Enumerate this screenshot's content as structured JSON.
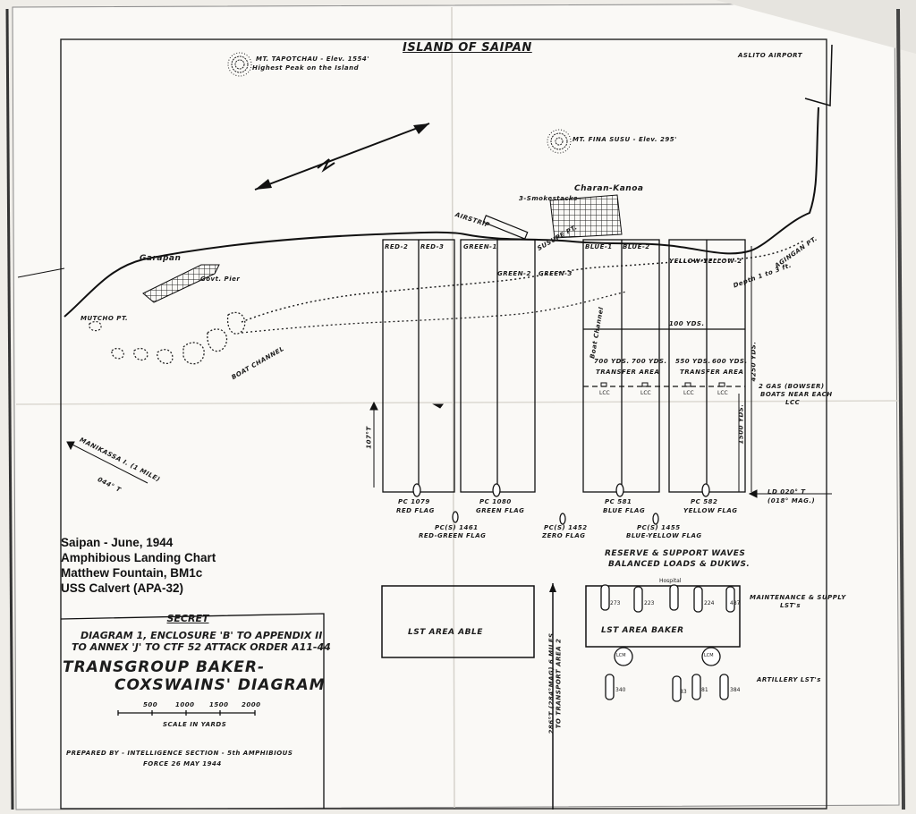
{
  "map_title": "ISLAND OF SAIPAN",
  "places": {
    "tapotchau_1": "MT. TAPOTCHAU - Elev. 1554'",
    "tapotchau_2": "Highest Peak on the Island",
    "aslito": "ASLITO AIRPORT",
    "fina_susu": "MT. FINA SUSU - Elev. 295'",
    "charan_kanoa": "Charan-Kanoa",
    "smokestacks": "3-Smokestacks",
    "airstrip": "AIRSTRIP",
    "susupe": "SUSUPE PT.",
    "garapan": "Garapan",
    "govt_pier": "Govt. Pier",
    "mutcho": "MUTCHO PT.",
    "boat_channel": "BOAT CHANNEL",
    "boat_channel_2": "Boat Channel",
    "agingan": "AGINGAN PT.",
    "depth": "Depth 1 to 3 ft.",
    "manikassa_1": "MANIKASSA I. (1 MILE)",
    "manikassa_2": "044° T"
  },
  "beaches": [
    "RED-2",
    "RED-3",
    "GREEN-1",
    "GREEN-2",
    "GREEN-3",
    "BLUE-1",
    "BLUE-2",
    "YELLOW-1",
    "YELLOW-2"
  ],
  "distances": [
    "700 YDS.",
    "700 YDS.",
    "550 YDS.",
    "600 YDS."
  ],
  "dist_100": "100 YDS.",
  "transfer_area": "TRANSFER AREA",
  "lcc": "LCC",
  "gas_note": [
    "2 GAS (BOWSER)",
    "BOATS NEAR EACH",
    "LCC"
  ],
  "yds_4250": "4250 YDS.",
  "yds_1500": "1500 YDS.",
  "bearing_107": "107°T",
  "ld_1": "LD 020° T",
  "ld_2": "(018° MAG.)",
  "control_vessels": [
    {
      "name": "PC 1079",
      "flag": "RED FLAG"
    },
    {
      "name": "PC 1080",
      "flag": "GREEN FLAG"
    },
    {
      "name": "PC 581",
      "flag": "BLUE FLAG"
    },
    {
      "name": "PC 582",
      "flag": "YELLOW FLAG"
    }
  ],
  "aux_vessels": [
    {
      "name": "PC(S) 1461",
      "flag": "RED-GREEN FLAG"
    },
    {
      "name": "PC(S) 1452",
      "flag": "ZERO FLAG"
    },
    {
      "name": "PC(S) 1455",
      "flag": "BLUE-YELLOW FLAG"
    }
  ],
  "reserve_1": "RESERVE & SUPPORT WAVES",
  "reserve_2": "BALANCED LOADS & DUKWS.",
  "lst_able": "LST AREA ABLE",
  "lst_baker": "LST AREA BAKER",
  "hospital": "Hospital",
  "maint_1": "MAINTENANCE & SUPPLY",
  "maint_2": "LST's",
  "artillery": "ARTILLERY LST's",
  "lcm": "LCM",
  "lst_numbers": [
    "273",
    "223",
    "224",
    "487",
    "340",
    "83",
    "81",
    "384"
  ],
  "transport_1": "286°T (284°MAG) 6 MILES",
  "transport_2": "TO TRANSPORT AREA 2",
  "caption": [
    "Saipan - June, 1944",
    "Amphibious Landing Chart",
    "Matthew Fountain, BM1c",
    "USS Calvert (APA-32)"
  ],
  "title_block": {
    "secret": "SECRET",
    "line1": "DIAGRAM 1, ENCLOSURE 'B' TO APPENDIX II",
    "line2": "TO ANNEX 'J' TO CTF 52 ATTACK ORDER A11-44",
    "big1": "TRANSGROUP BAKER-",
    "big2": "COXSWAINS' DIAGRAM",
    "scale_ticks": [
      "500",
      "1000",
      "1500",
      "2000"
    ],
    "scale_label": "SCALE IN YARDS",
    "prepared1": "PREPARED BY - INTELLIGENCE SECTION - 5th AMPHIBIOUS",
    "prepared2": "FORCE 26 MAY 1944"
  }
}
